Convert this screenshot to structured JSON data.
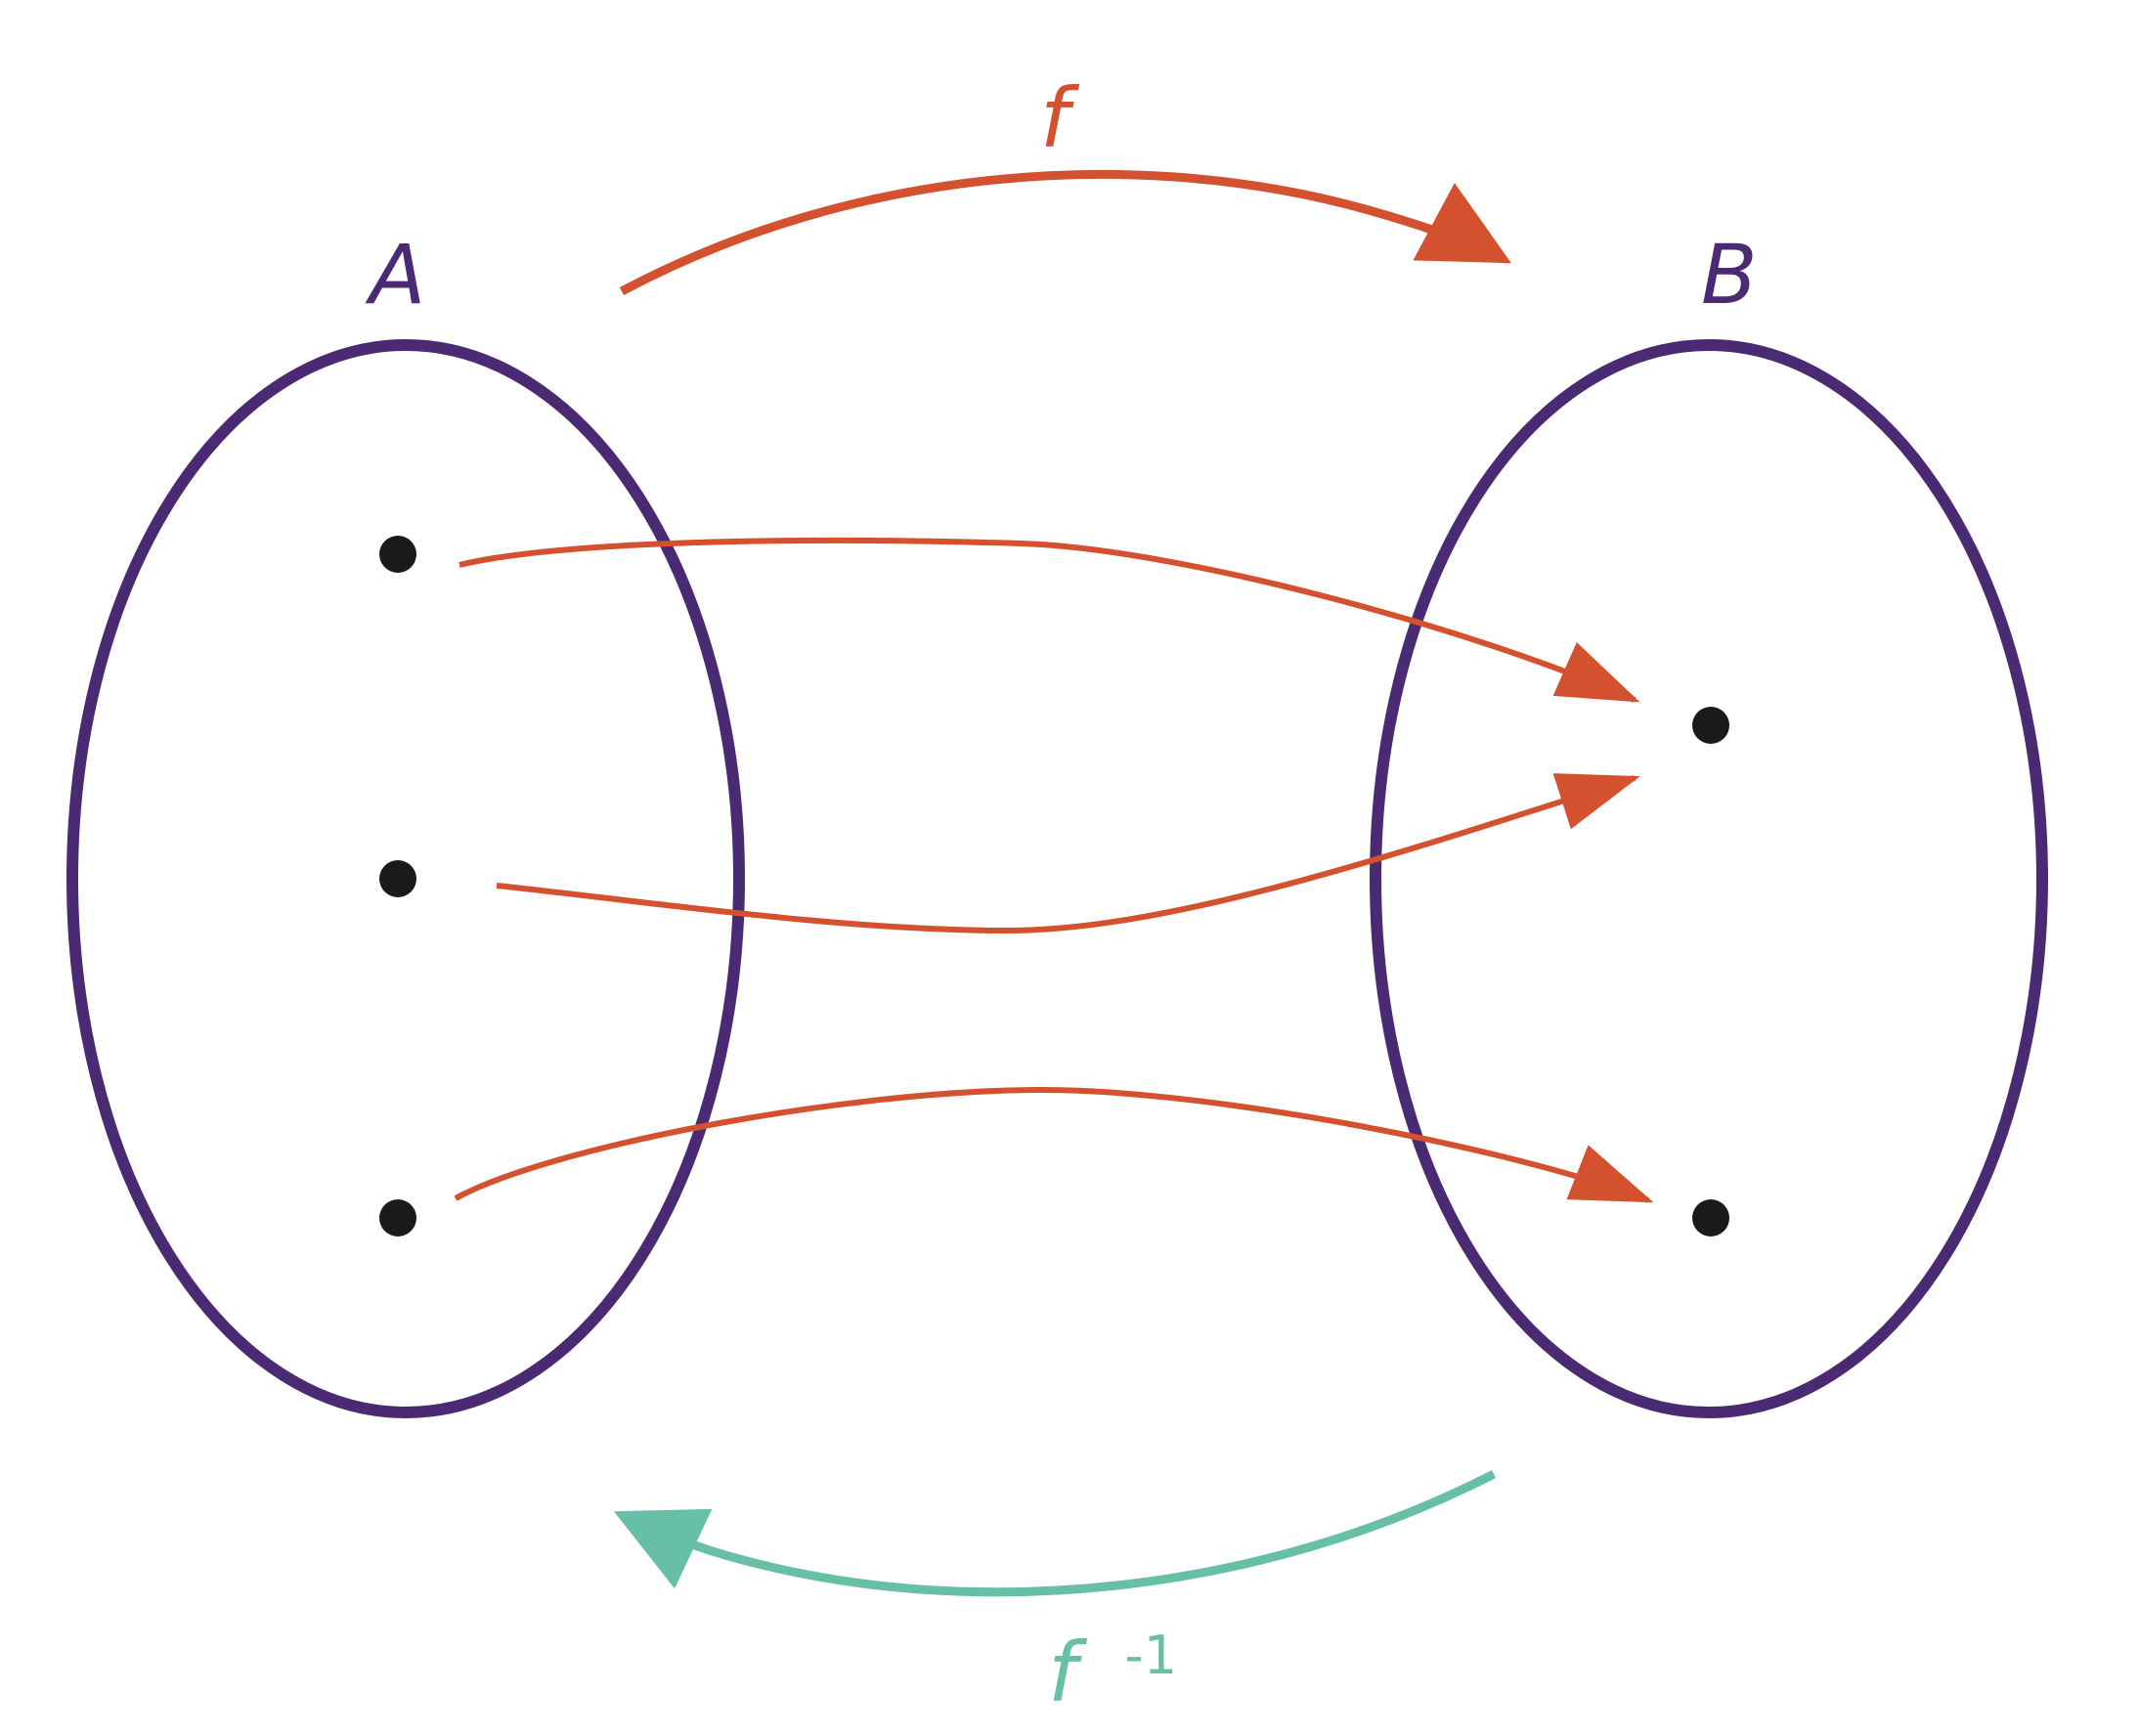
{
  "sets": {
    "domain": {
      "label": "A"
    },
    "codomain": {
      "label": "B"
    }
  },
  "functions": {
    "forward": {
      "label": "f"
    },
    "inverse": {
      "label": "f",
      "superscript": "-1"
    }
  },
  "colors": {
    "set_outline": "#4a2a72",
    "forward": "#d4512f",
    "inverse": "#66bfa6",
    "point": "#1a1a1a"
  }
}
